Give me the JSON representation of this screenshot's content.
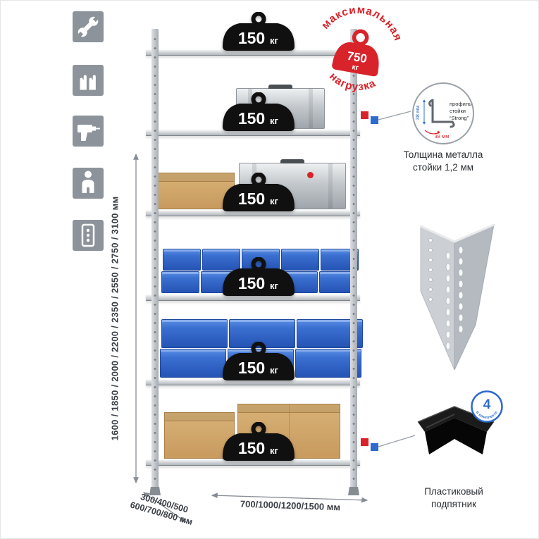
{
  "product": {
    "type": "metal-shelving-rack"
  },
  "left_icons": [
    {
      "name": "wrench-icon"
    },
    {
      "name": "work-gloves-icon"
    },
    {
      "name": "drill-icon"
    },
    {
      "name": "person-height-icon"
    },
    {
      "name": "perforated-profile-icon"
    }
  ],
  "shelf_load": {
    "value": "150",
    "unit": "кг"
  },
  "stamp": {
    "arc_top": "максимальная",
    "arc_bottom": "нагрузка",
    "value": "750",
    "unit": "кг"
  },
  "dims": {
    "height": "1600 / 1850 / 2000 / 2200 / 2350 / 2550 / 2750 / 3100 мм",
    "depth_line1": "300/400/500",
    "depth_line2": "600/700/800 мм",
    "width": "700/1000/1200/1500 мм"
  },
  "profile_callout": {
    "dim_v": "38 мм",
    "dim_h": "38 мм",
    "line1": "профиль",
    "line2": "стойки",
    "line3": "“Strong”",
    "caption1": "Толщина металла",
    "caption2": "стойки 1,2 мм"
  },
  "foot_callout": {
    "badge_value": "4",
    "badge_text": "в комплекте",
    "caption1": "Пластиковый",
    "caption2": "подпятник"
  },
  "colors": {
    "accent_red": "#d8232a",
    "accent_blue": "#2e6bd0",
    "icon_gray": "#8d939a",
    "bin_blue": "#2f6bd0",
    "carton": "#c89a5e",
    "metal": "#c9ced2"
  }
}
